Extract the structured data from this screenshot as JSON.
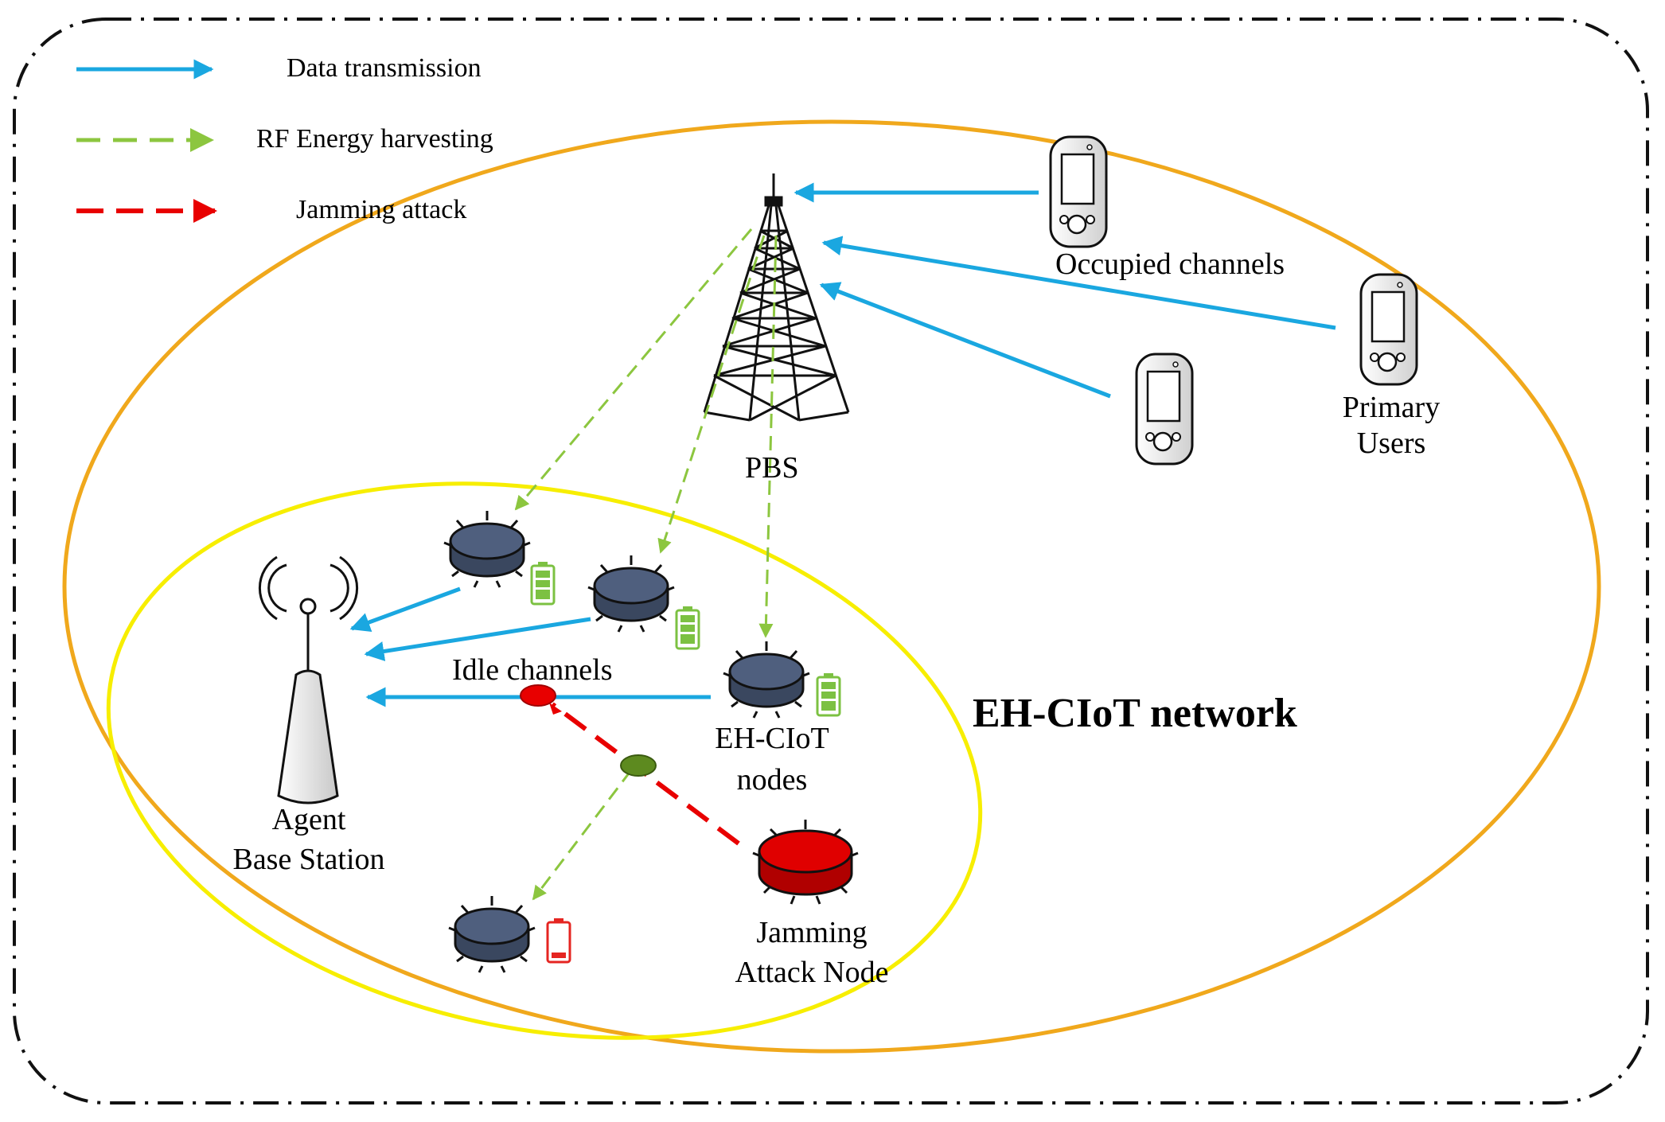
{
  "legend": {
    "data_transmission": "Data transmission",
    "rf_energy": "RF Energy harvesting",
    "jamming": "Jamming attack"
  },
  "labels": {
    "occupied_channels": "Occupied channels",
    "primary_users_1": "Primary",
    "primary_users_2": "Users",
    "pbs": "PBS",
    "idle_channels": "Idle channels",
    "ehciot_nodes_1": "EH-CIoT",
    "ehciot_nodes_2": "nodes",
    "agent_1": "Agent",
    "agent_2": "Base Station",
    "jamming_node_1": "Jamming",
    "jamming_node_2": "Attack Node",
    "network": "EH-CIoT network"
  },
  "colors": {
    "data_transmission": "#1aa7e0",
    "rf_energy": "#8cc63f",
    "jamming": "#e80000",
    "outer_ellipse": "#f0a81c",
    "inner_ellipse": "#f7ee00",
    "node": "#4f5f7e",
    "battery_full": "#7cc142",
    "battery_low": "#e52521"
  }
}
